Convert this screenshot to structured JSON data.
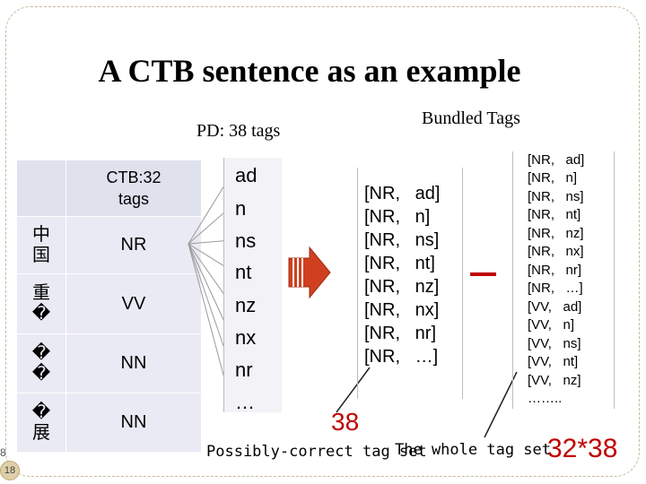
{
  "title": "A CTB sentence as an example",
  "pd_label": "PD: 38 tags",
  "bundled_label": "Bundled Tags",
  "ctb": {
    "header": "CTB:32\ntags",
    "rows": [
      {
        "chars": [
          "中",
          "国"
        ],
        "tag": "NR"
      },
      {
        "chars": [
          "重",
          "�"
        ],
        "tag": "VV"
      },
      {
        "chars": [
          "�",
          "�"
        ],
        "tag": "NN"
      },
      {
        "chars": [
          "�",
          "展"
        ],
        "tag": "NN"
      }
    ]
  },
  "pd_tags": [
    "ad",
    "n",
    "ns",
    "nt",
    "nz",
    "nx",
    "nr",
    "…"
  ],
  "bundled_tags": [
    "[NR,   ad]",
    "[NR,   n]",
    "[NR,   ns]",
    "[NR,   nt]",
    "[NR,   nz]",
    "[NR,   nx]",
    "[NR,   nr]",
    "[NR,   …]"
  ],
  "whole_tags": [
    "[NR,   ad]",
    "[NR,   n]",
    "[NR,   ns]",
    "[NR,   nt]",
    "[NR,   nz]",
    "[NR,   nx]",
    "[NR,   nr]",
    "[NR,   …]",
    "[VV,   ad]",
    "[VV,   n]",
    "[VV,   ns]",
    "[VV,   nt]",
    "[VV,   nz]",
    "…….."
  ],
  "label_38": "38",
  "possibly_correct": "Possibly-correct tag set",
  "whole_tag_set": "The whole tag set",
  "count_expr": "32*38",
  "slide_number": "18",
  "left_mark": "8",
  "colors": {
    "accent_red": "#c00000",
    "table_fill": "#e9eaf3"
  }
}
